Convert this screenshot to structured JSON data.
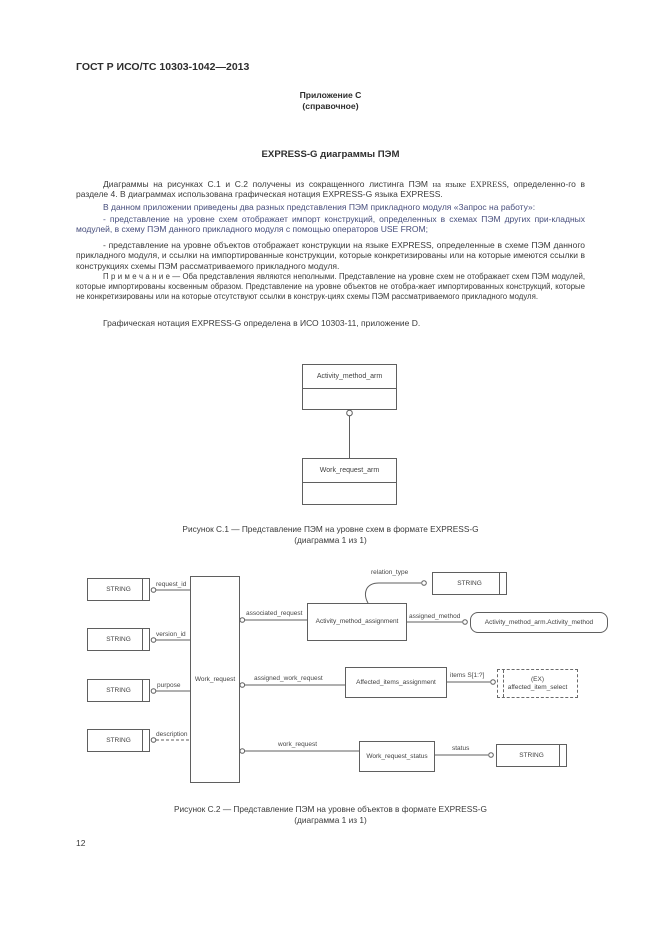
{
  "doc": {
    "header": "ГОСТ Р ИСО/ТС 10303-1042—2013",
    "annex_title": "Приложение С",
    "annex_subtitle": "(справочное)",
    "section_title": "EXPRESS-G диаграммы ПЭМ",
    "para1_a": "Диаграммы на рисунках С.1 и С.2 получены из сокращенного листинга ПЭМ ",
    "para1_serif": "на языке EXPRESS,",
    "para1_b": " определенно-го в разделе 4. В диаграммах использована графическая нотация EXPRESS-G языка EXPRESS.",
    "para2": "В данном приложении приведены два разных представления ПЭМ прикладного модуля «Запрос на работу»:",
    "bullet1": "- представление на уровне схем отображает импорт конструкций, определенных в схемах ПЭМ других при-кладных модулей, в схему ПЭМ данного прикладного модуля с помощью операторов USE FROM;",
    "bullet2": "- представление на уровне объектов отображает конструкции на языке EXPRESS, определенные в схеме ПЭМ данного прикладного модуля, и ссылки на импортированные конструкции, которые конкретизированы или на которые имеются ссылки в конструкциях схемы ПЭМ рассматриваемого прикладного модуля.",
    "note": "П р и м е ч а н и е — Оба представления являются неполными. Представление на уровне схем не отображает схем ПЭМ модулей, которые импортированы косвенным образом. Представление на уровне объектов не отобра-жает импортированных конструкций, которые не конкретизированы или на которые отсутствуют ссылки в конструк-циях схемы ПЭМ рассматриваемого прикладного модуля.",
    "para3": "Графическая нотация EXPRESS-G определена в ИСО 10303-11, приложение D.",
    "page_number": "12"
  },
  "fig1": {
    "box_top": "Activity_method_arm",
    "box_bottom": "Work_request_arm",
    "caption_line1": "Рисунок С.1 — Представление ПЭМ на уровне схем в формате EXPRESS-G",
    "caption_line2": "(диаграмма 1 из 1)"
  },
  "fig2": {
    "string_label": "STRING",
    "entities": {
      "work_request": "Work_request",
      "activity_method_assignment": "Activity_method_assignment",
      "affected_items_assignment": "Affected_items_assignment",
      "work_request_status": "Work_request_status"
    },
    "interschema_ref": "Activity_method_arm.Activity_method",
    "select_box": {
      "line1": "(EX)",
      "line2": "affected_item_select"
    },
    "attributes": {
      "request_id": "request_id",
      "version_id": "version_id",
      "purpose": "purpose",
      "description": "description",
      "associated_request": "associated_request",
      "relation_type": "relation_type",
      "assigned_method": "assigned_method",
      "assigned_work_request": "assigned_work_request",
      "items": "items S[1:?]",
      "work_request": "work_request",
      "status": "status"
    },
    "caption_line1": "Рисунок С.2 — Представление ПЭМ на уровне объектов в формате EXPRESS-G",
    "caption_line2": "(диаграмма 1 из 1)"
  }
}
